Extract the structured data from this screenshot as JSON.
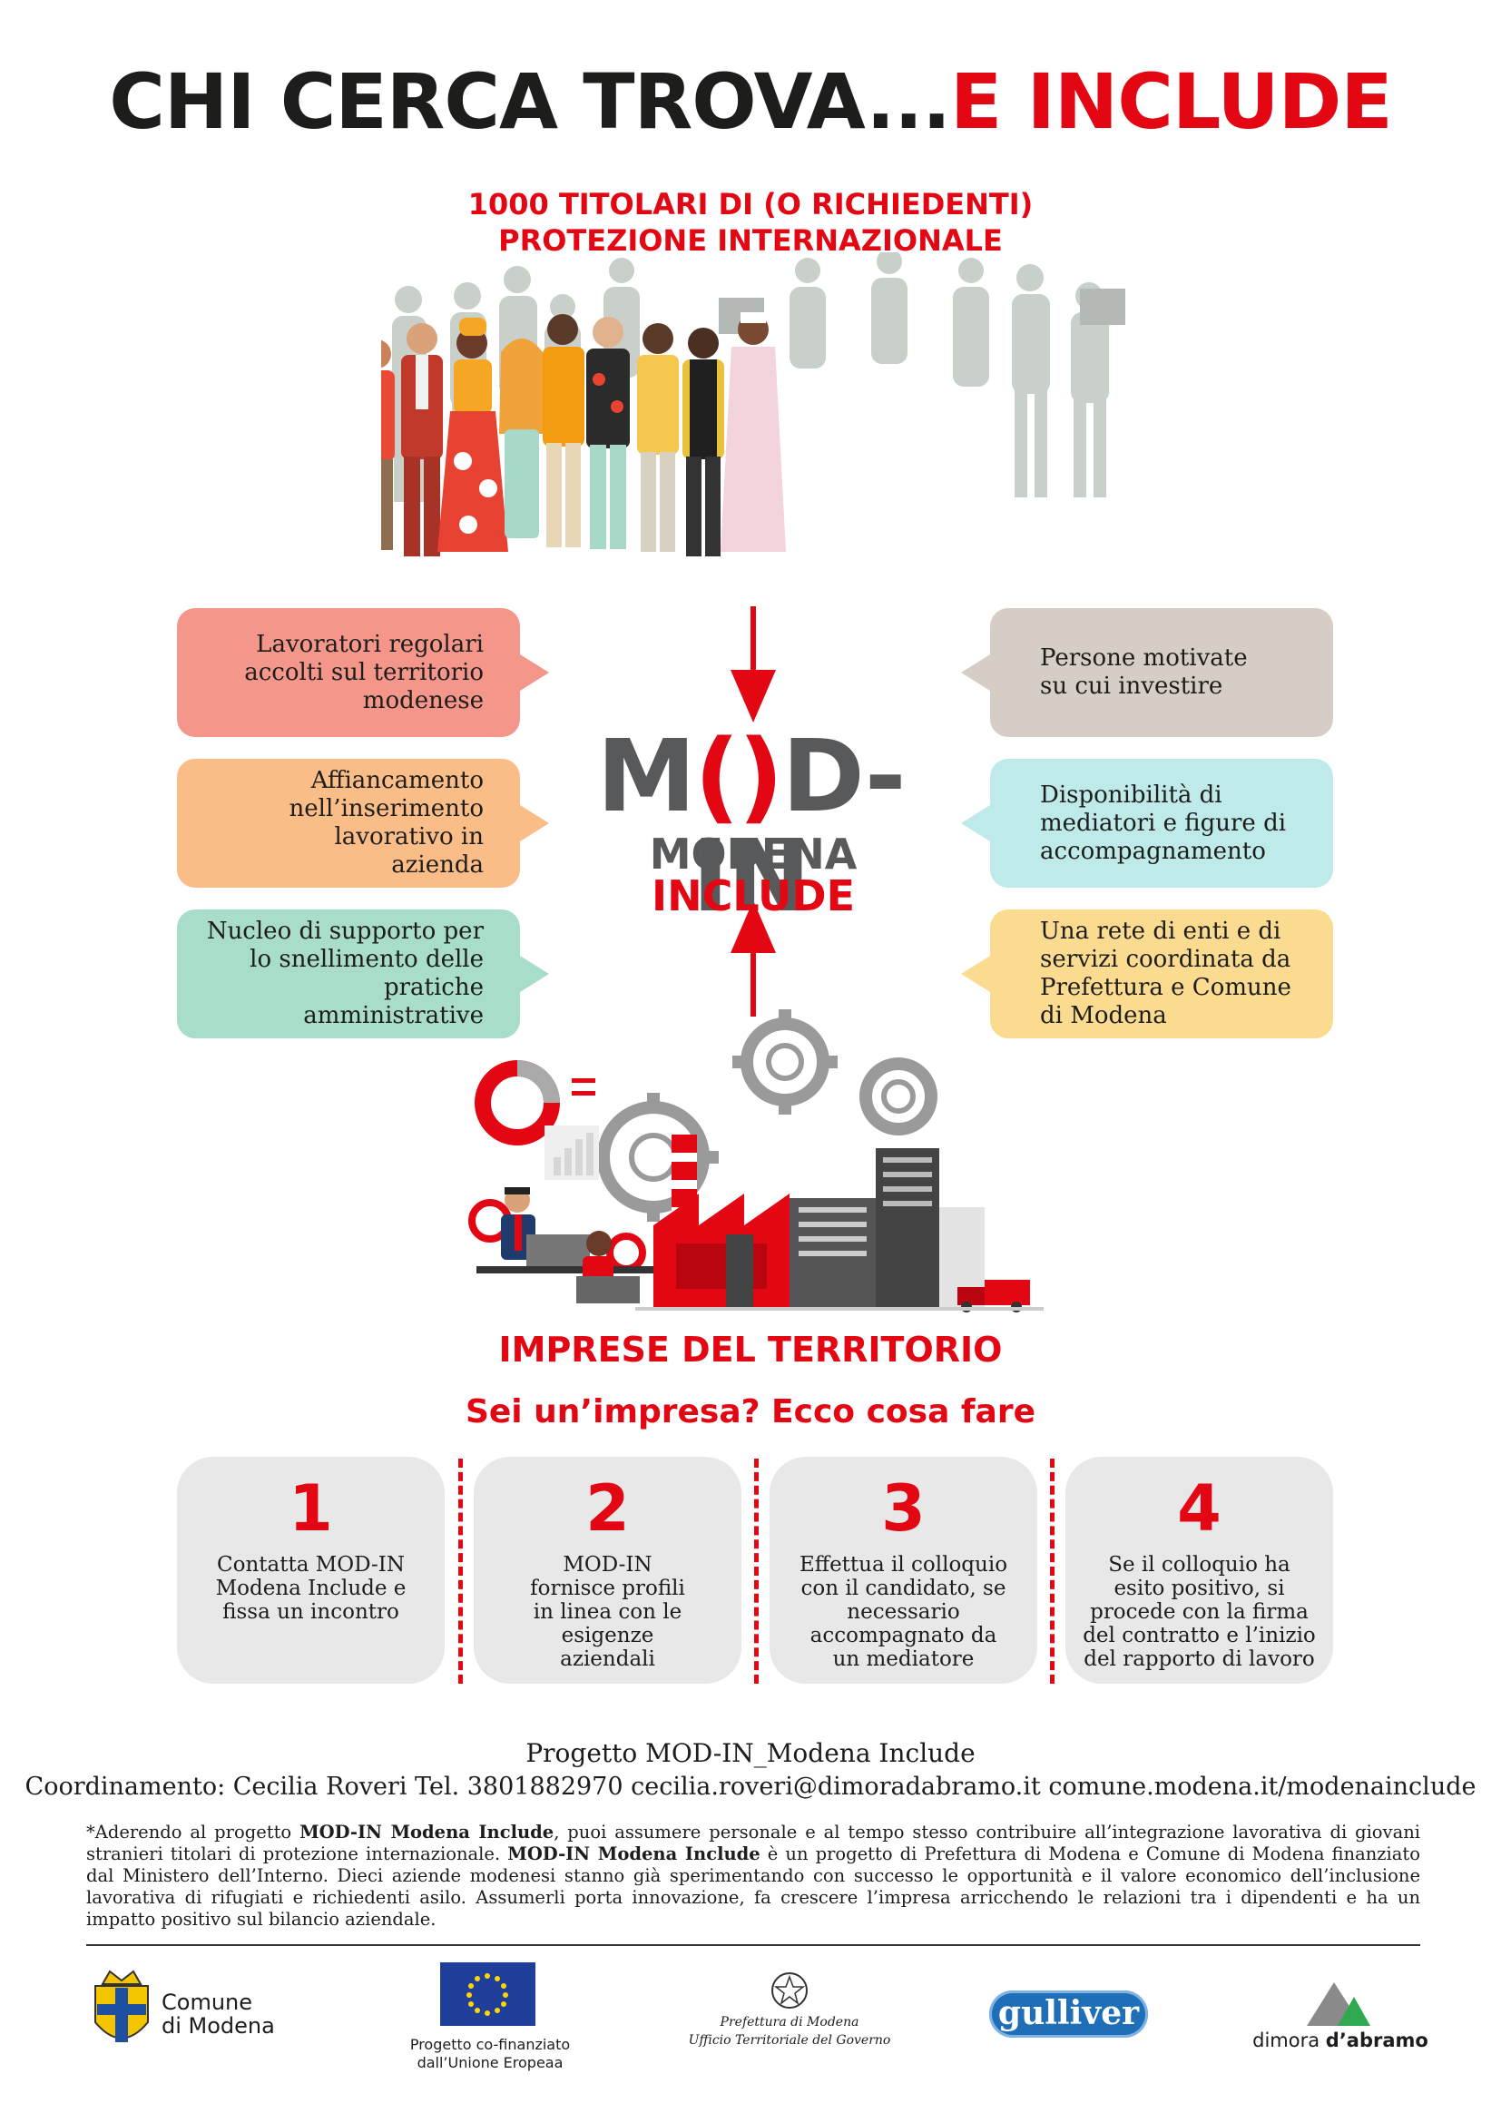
{
  "header": {
    "title_dark": "CHI CERCA TROVA...",
    "title_red": "E INCLUDE",
    "subtitle_line1": "1000 TITOLARI DI (O RICHIEDENTI)",
    "subtitle_line2": "PROTEZIONE INTERNAZIONALE"
  },
  "left_boxes": [
    {
      "text": "Lavoratori regolari accolti sul territorio modenese",
      "color": "#f4968a"
    },
    {
      "text": "Affiancamento nell’inserimento lavorativo in azienda",
      "color": "#fbbd88"
    },
    {
      "text": "Nucleo di supporto per lo snellimento delle pratiche amministrative",
      "color": "#a8ddc9"
    }
  ],
  "right_boxes": [
    {
      "text": "Persone motivate su cui investire",
      "color": "#d6cdc6"
    },
    {
      "text": "Disponibilità di mediatori e figure di accompagnamento",
      "color": "#bfeaea"
    },
    {
      "text": "Una rete di enti e di servizi coordinata da Prefettura e Comune di Modena",
      "color": "#fbdb8f"
    }
  ],
  "logo": {
    "m": "M",
    "paren_open": "(",
    "paren_close": ")",
    "rest": "D-IN",
    "sub_gray": "MODENA ",
    "sub_red": "INCLUDE"
  },
  "imprese_label": "IMPRESE DEL TERRITORIO",
  "cta": "Sei un’impresa? Ecco cosa fare",
  "steps": [
    {
      "num": "1",
      "text": "Contatta MOD-IN Modena Include e fissa un incontro"
    },
    {
      "num": "2",
      "text": "MOD-IN fornisce profili in linea con le esigenze aziendali"
    },
    {
      "num": "3",
      "text": "Effettua il colloquio con il candidato, se necessario accompagnato da un mediatore"
    },
    {
      "num": "4",
      "text": "Se il colloquio ha esito positivo, si procede con la firma del contratto e l’inizio del rapporto di lavoro"
    }
  ],
  "footer": {
    "progetto": "Progetto MOD-IN_Modena Include",
    "coordinamento": "Coordinamento: Cecilia Roveri Tel. 3801882970 cecilia.roveri@dimoradabramo.it comune.modena.it/modenainclude",
    "disclaimer_parts": [
      "*Aderendo al progetto ",
      "MOD-IN Modena Include",
      ", puoi assumere personale e al tempo stesso contribuire all’integrazione lavorativa di giovani stranieri titolari di protezione internazionale. ",
      "MOD-IN Modena Include",
      " è un progetto di Prefettura di Modena e Comune di Modena finanziato dal Ministero dell’Interno. Dieci aziende modenesi stanno già sperimentando con successo le opportunità e il valore economico dell’inclusione lavorativa di rifugiati e richiedenti asilo. Assumerli porta innovazione, fa crescere l’impresa arricchendo le relazioni tra i dipendenti e ha un impatto positivo sul bilancio aziendale."
    ]
  },
  "logos": {
    "comune_line1": "Comune",
    "comune_line2": "di Modena",
    "eu_line1": "Progetto co-finanziato",
    "eu_line2": "dall’Unione Eropeaa",
    "pref_line1": "Prefettura di Modena",
    "pref_line2": "Ufficio Territoriale del Governo",
    "gulliver": "gulliver",
    "dimora_a": "dimora ",
    "dimora_b": "d’abramo"
  },
  "colors": {
    "accent_red": "#e30613",
    "logo_gray": "#58595b",
    "step_bg": "#e8e8e8"
  }
}
